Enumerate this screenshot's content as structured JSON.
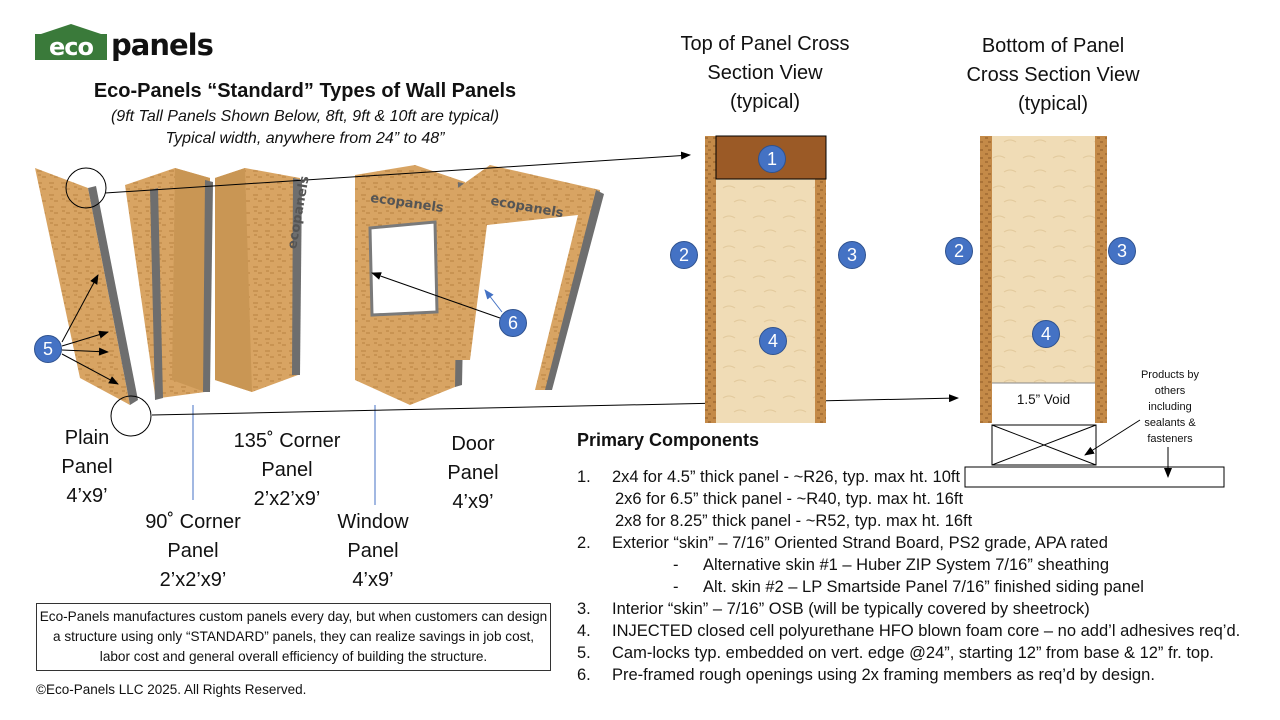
{
  "logo": {
    "eco": "eco",
    "panels": "panels"
  },
  "title": "Eco-Panels “Standard” Types of Wall Panels",
  "subtitle_1": "(9ft Tall Panels Shown Below, 8ft, 9ft & 10ft are typical)",
  "subtitle_2": "Typical width, anywhere from 24” to 48”",
  "panel_logo_text": "ecopanels",
  "panels": [
    {
      "name": "Plain",
      "type": "Panel",
      "size": "4’x9’"
    },
    {
      "name": "90˚ Corner",
      "type": "Panel",
      "size": "2’x2’x9’"
    },
    {
      "name": "135˚ Corner",
      "type": "Panel",
      "size": "2’x2’x9’"
    },
    {
      "name": "Window",
      "type": "Panel",
      "size": "4’x9’"
    },
    {
      "name": "Door",
      "type": "Panel",
      "size": "4’x9’"
    }
  ],
  "top_section": {
    "line1": "Top of Panel Cross",
    "line2": "Section View",
    "line3": "(typical)"
  },
  "bottom_section": {
    "line1": "Bottom of Panel",
    "line2": "Cross Section View",
    "line3": "(typical)",
    "void_label": "1.5” Void"
  },
  "products_note": [
    "Products by",
    "others",
    "including",
    "sealants &",
    "fasteners"
  ],
  "markers": {
    "m1": "1",
    "m2": "2",
    "m3": "3",
    "m4": "4",
    "m5": "5",
    "m6": "6"
  },
  "components": {
    "heading": "Primary Components",
    "items": [
      {
        "num": "1.",
        "text": "2x4 for 4.5” thick panel - ~R26, typ. max ht. 10ft"
      },
      {
        "num": "",
        "text": "2x6 for 6.5” thick panel - ~R40, typ. max ht. 16ft"
      },
      {
        "num": "",
        "text": "2x8 for 8.25” thick panel - ~R52, typ. max ht. 16ft"
      },
      {
        "num": "2.",
        "text": "Exterior “skin” – 7/16” Oriented Strand Board, PS2 grade, APA rated"
      },
      {
        "num": "-",
        "text": "Alternative skin #1 – Huber ZIP System 7/16” sheathing"
      },
      {
        "num": "-",
        "text": "Alt. skin #2 – LP Smartside Panel 7/16” finished siding panel"
      },
      {
        "num": "3.",
        "text": "Interior “skin” – 7/16” OSB (will be typically covered by sheetrock)"
      },
      {
        "num": "4.",
        "text": "INJECTED closed cell polyurethane HFO blown foam core – no add’l adhesives req’d."
      },
      {
        "num": "5.",
        "text": "Cam-locks typ. embedded on vert. edge @24”, starting 12” from base & 12” fr. top."
      },
      {
        "num": "6.",
        "text": "Pre-framed rough openings using 2x framing members as req’d by design."
      }
    ]
  },
  "note": "Eco-Panels manufactures custom panels every day, but when customers can design a structure using only “STANDARD” panels, they can realize savings in job cost, labor cost and general overall efficiency of building the structure.",
  "copyright": "©Eco-Panels LLC  2025.  All Rights Reserved.",
  "colors": {
    "marker": "#4472c4",
    "osb": "#d9a866",
    "foam": "#efdcb8",
    "logo_green": "#3a7a3a",
    "wood": "#9b5a26"
  }
}
